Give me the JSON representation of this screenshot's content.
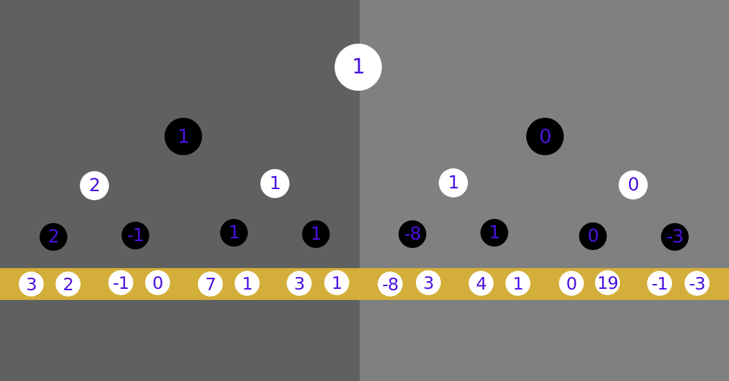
{
  "board": {
    "left_panel_color": "#606060",
    "right_panel_color": "#808080",
    "leaf_strip_color": "#d4ae3a",
    "number_color": "#4b12e0"
  },
  "tree": {
    "root": {
      "value": "1",
      "color": "white"
    },
    "level1": [
      {
        "value": "1",
        "color": "black"
      },
      {
        "value": "0",
        "color": "black"
      }
    ],
    "level2": [
      {
        "value": "2",
        "color": "white"
      },
      {
        "value": "1",
        "color": "white"
      },
      {
        "value": "1",
        "color": "white"
      },
      {
        "value": "0",
        "color": "white"
      }
    ],
    "level3": [
      {
        "value": "2",
        "color": "black"
      },
      {
        "value": "-1",
        "color": "black"
      },
      {
        "value": "1",
        "color": "black"
      },
      {
        "value": "1",
        "color": "black"
      },
      {
        "value": "-8",
        "color": "black"
      },
      {
        "value": "1",
        "color": "black"
      },
      {
        "value": "0",
        "color": "black"
      },
      {
        "value": "-3",
        "color": "black"
      }
    ],
    "leaves": [
      {
        "value": "3",
        "color": "white"
      },
      {
        "value": "2",
        "color": "white"
      },
      {
        "value": "-1",
        "color": "white"
      },
      {
        "value": "0",
        "color": "white"
      },
      {
        "value": "7",
        "color": "white"
      },
      {
        "value": "1",
        "color": "white"
      },
      {
        "value": "3",
        "color": "white"
      },
      {
        "value": "1",
        "color": "white"
      },
      {
        "value": "-8",
        "color": "white"
      },
      {
        "value": "3",
        "color": "white"
      },
      {
        "value": "4",
        "color": "white"
      },
      {
        "value": "1",
        "color": "white"
      },
      {
        "value": "0",
        "color": "white"
      },
      {
        "value": "19",
        "color": "white"
      },
      {
        "value": "-1",
        "color": "white"
      },
      {
        "value": "-3",
        "color": "white"
      }
    ]
  }
}
